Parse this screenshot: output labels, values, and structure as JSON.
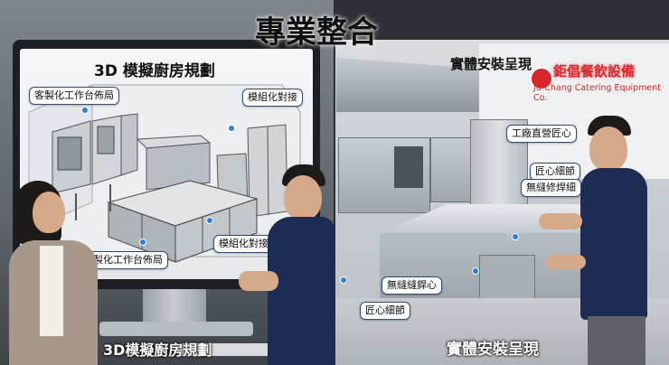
{
  "header": {
    "title": "專業整合"
  },
  "left_panel": {
    "screen_title": "3D 模擬廚房規劃",
    "callouts": [
      "客製化工作台佈局",
      "模組化對接",
      "模組化對接",
      "客製化工作台佈局"
    ],
    "bottom_caption": "3D模擬廚房規劃"
  },
  "right_panel": {
    "caption_top": "實體安裝呈現",
    "brand_name": "鉅倡餐飲設備",
    "brand_subtitle": "Ju-Chang Catering Equipment Co.",
    "callouts": [
      "工廠直營匠心",
      "匠心細節",
      "無縫修焊細",
      "無縫縫銲心",
      "匠心細節"
    ],
    "bottom_caption": "實體安裝呈現"
  },
  "colors": {
    "accent_blue": "#2a7de1",
    "brand_red": "#d9262a",
    "polo_navy": "#1d2c52"
  }
}
